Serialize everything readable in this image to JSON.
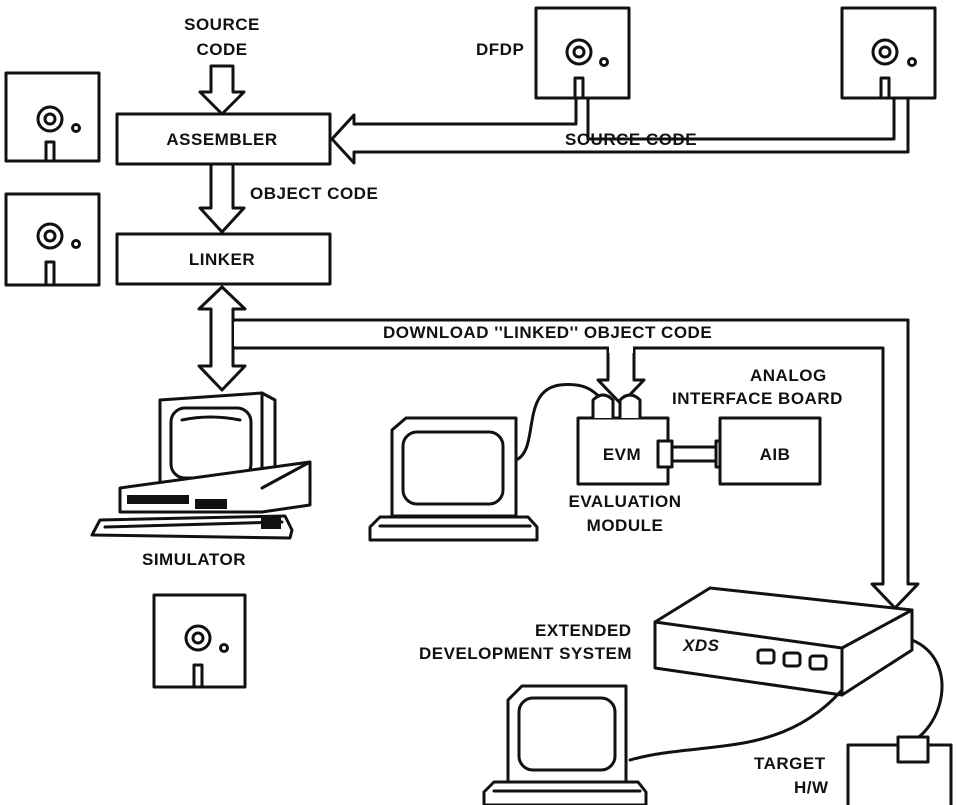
{
  "diagram": {
    "labels": {
      "source_code_top": [
        "SOURCE",
        "CODE"
      ],
      "dfdp": "DFDP",
      "assembler": "ASSEMBLER",
      "source_code_right": "SOURCE CODE",
      "object_code": "OBJECT CODE",
      "linker": "LINKER",
      "download": "DOWNLOAD ''LINKED'' OBJECT CODE",
      "analog_interface": [
        "ANALOG",
        "INTERFACE BOARD"
      ],
      "evm": "EVM",
      "aib": "AIB",
      "evaluation_module": [
        "EVALUATION",
        "MODULE"
      ],
      "simulator": "SIMULATOR",
      "extended_dev": [
        "EXTENDED",
        "DEVELOPMENT SYSTEM"
      ],
      "xds": "XDS",
      "target": [
        "TARGET",
        "H/W"
      ]
    }
  }
}
